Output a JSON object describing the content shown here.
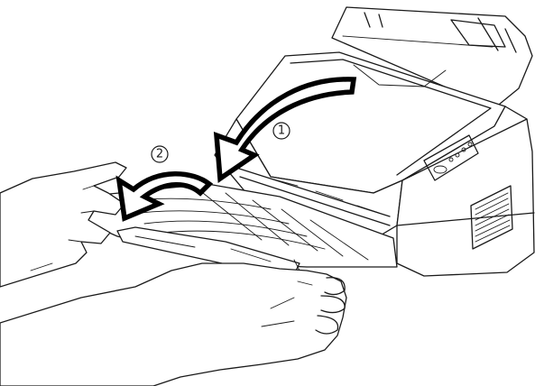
{
  "figure": {
    "steps": [
      {
        "number": "1"
      },
      {
        "number": "2"
      }
    ],
    "illustration": "printer-output-tray-extension",
    "colors": {
      "line": "#1a1a1a",
      "background": "#ffffff"
    }
  }
}
